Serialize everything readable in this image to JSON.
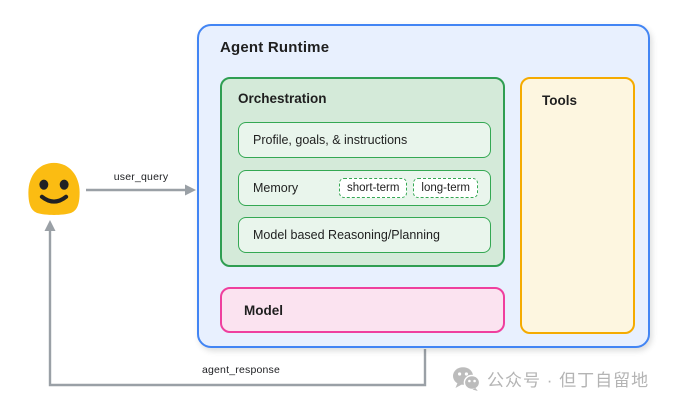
{
  "diagram": {
    "user": {
      "emoji": "blob-smiley-face"
    },
    "edges": {
      "user_query_label": "user_query",
      "agent_response_label": "agent_response"
    },
    "runtime": {
      "title": "Agent Runtime",
      "orchestration": {
        "title": "Orchestration",
        "items": [
          {
            "label": "Profile, goals, & instructions",
            "chips": []
          },
          {
            "label": "Memory",
            "chips": [
              "short-term",
              "long-term"
            ]
          },
          {
            "label": "Model based Reasoning/Planning",
            "chips": []
          }
        ]
      },
      "tools": {
        "title": "Tools"
      },
      "model": {
        "title": "Model"
      }
    },
    "colors": {
      "runtime_border": "#4285f4",
      "runtime_fill": "#e8f0fe",
      "green_border": "#34a853",
      "green_outer_fill": "#d4ead9",
      "green_item_fill": "#e9f5ec",
      "tools_border": "#f5ab00",
      "tools_fill": "#fdf6e0",
      "model_border": "#ef3f9e",
      "model_fill": "#fbe3f0",
      "arrow_gray": "#9aa0a6",
      "emoji_yellow": "#fbbc12",
      "watermark_gray": "#b4b4b4"
    }
  },
  "watermark": {
    "icon": "wechat-icon",
    "text": "公众号 · 但丁自留地"
  }
}
